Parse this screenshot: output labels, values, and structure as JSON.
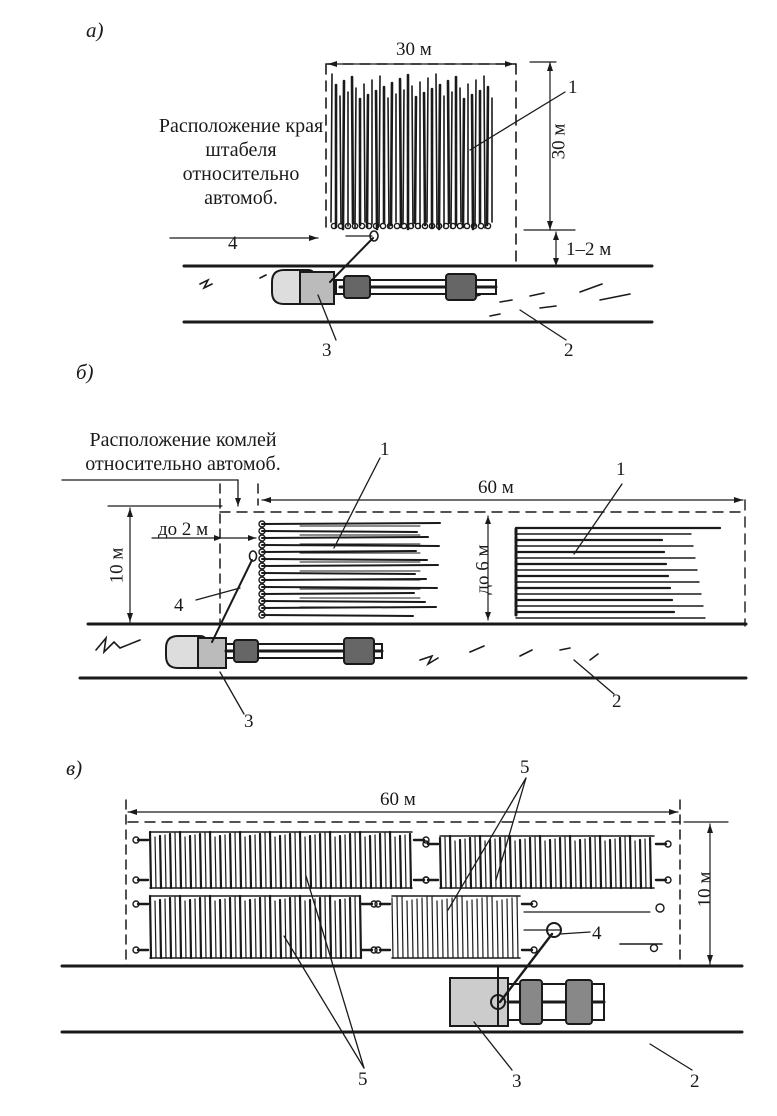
{
  "panels": [
    {
      "letter": "а)",
      "dim_width": "30 м",
      "dim_depth": "30 м",
      "dim_gap": "1–2 м",
      "caption": "Расположение края штабеля относительно автомоб.",
      "callouts": [
        "1",
        "4",
        "3",
        "2"
      ]
    },
    {
      "letter": "б)",
      "dim_width": "60 м",
      "dim_depth": "10 м",
      "dim_offset": "до 2 м",
      "dim_length": "до 6 м",
      "caption": "Расположение комлей относительно автомоб.",
      "callouts": [
        "1",
        "1",
        "4",
        "3",
        "2"
      ]
    },
    {
      "letter": "в)",
      "dim_width": "60 м",
      "dim_depth": "10 м",
      "callouts": [
        "5",
        "4",
        "5",
        "3",
        "2"
      ]
    }
  ],
  "colors": {
    "ink": "#1a1a1a",
    "paper": "#ffffff"
  }
}
